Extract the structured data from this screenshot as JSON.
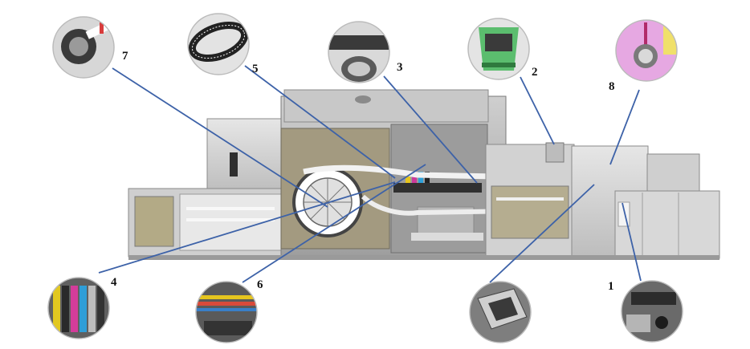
{
  "colors": {
    "leader_line": "#3d62a8",
    "machine_body": "#d9d9d9",
    "paper_path": "#ececec",
    "drum": "#8a7f6a",
    "green_module": "#58b86b",
    "magenta_module": "#d98ad8"
  },
  "callouts": [
    {
      "label": "7",
      "icon": "paper-feed-drum-detail"
    },
    {
      "label": "5",
      "icon": "belt-detail"
    },
    {
      "label": "3",
      "icon": "inkjet-head-detail"
    },
    {
      "label": "2",
      "icon": "green-cleaning-unit-detail"
    },
    {
      "label": "8",
      "icon": "ink-bottle-detail"
    },
    {
      "label": "4",
      "icon": "ink-cartridges-detail"
    },
    {
      "label": "6",
      "icon": "dryer-detail"
    },
    {
      "label": "1",
      "icon": "output-stacker-detail"
    }
  ],
  "unlabeled_callouts": [
    {
      "icon": "paper-transport-detail"
    }
  ]
}
